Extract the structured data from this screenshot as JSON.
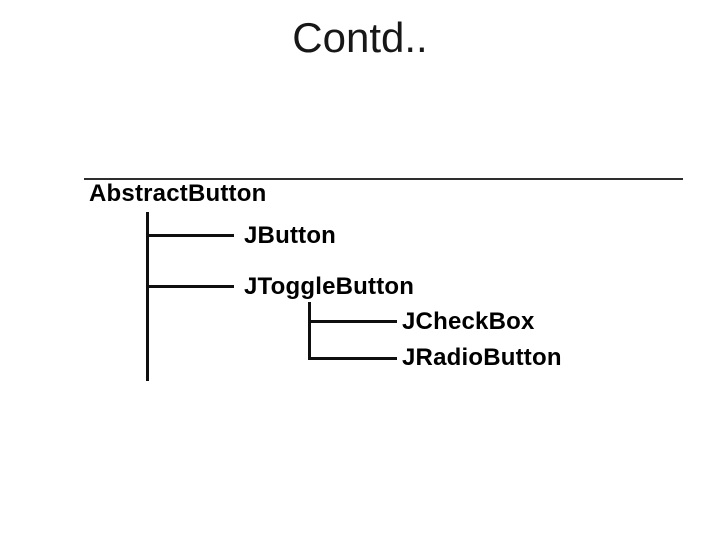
{
  "slide": {
    "title": "Contd..",
    "background_color": "#ffffff",
    "title_color": "#171717"
  },
  "hierarchy": {
    "type": "tree",
    "line_color": "#0f0f0f",
    "text_color": "#000000",
    "nodes": [
      {
        "label": "AbstractButton",
        "parent": null,
        "depth": 0
      },
      {
        "label": "JButton",
        "parent": "AbstractButton",
        "depth": 1
      },
      {
        "label": "JToggleButton",
        "parent": "AbstractButton",
        "depth": 1
      },
      {
        "label": "JCheckBox",
        "parent": "JToggleButton",
        "depth": 2
      },
      {
        "label": "JRadioButton",
        "parent": "JToggleButton",
        "depth": 2
      }
    ]
  }
}
